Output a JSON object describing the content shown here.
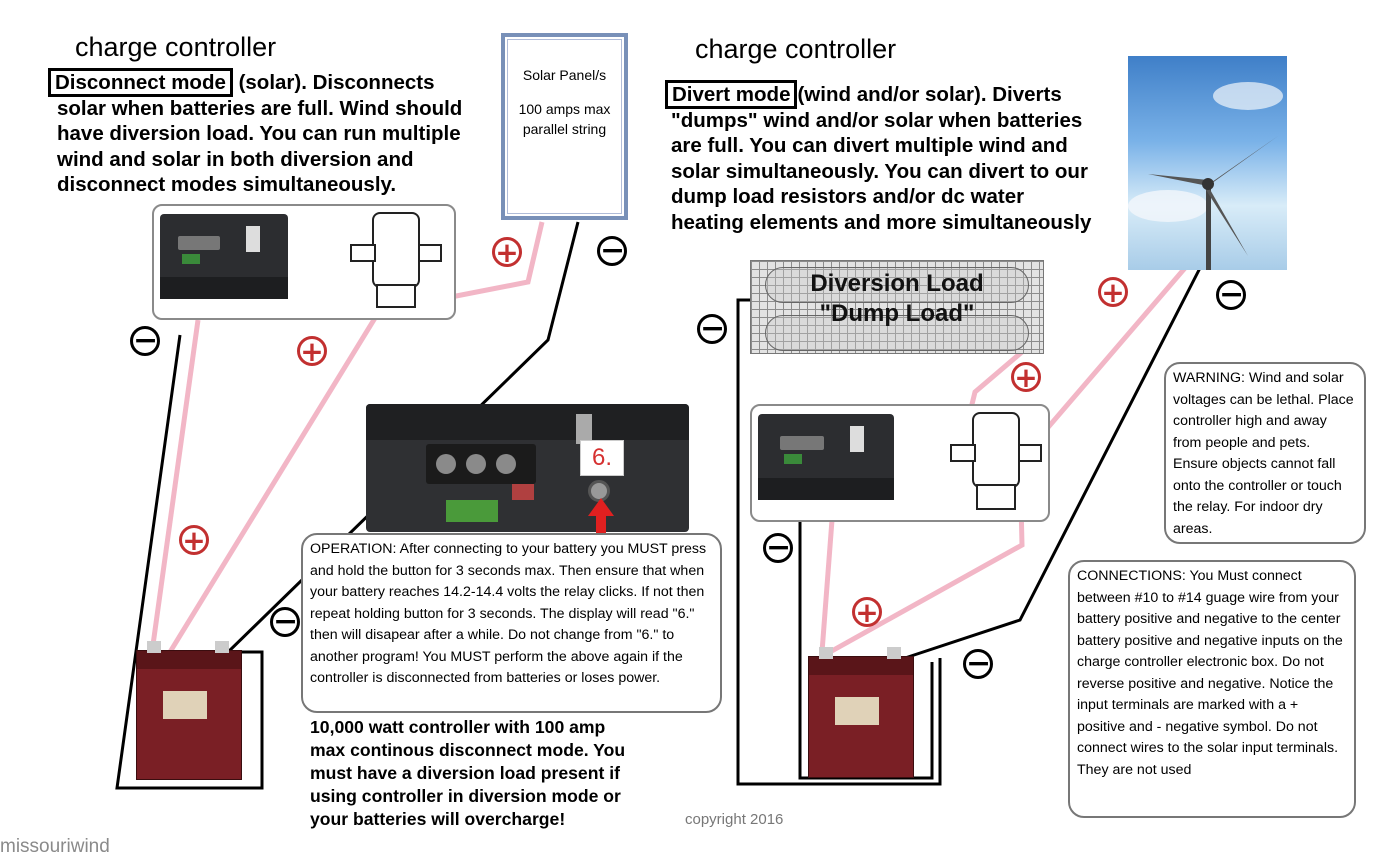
{
  "left": {
    "heading": "charge controller",
    "mode_label": "Disconnect mode",
    "lines": [
      " (solar). Disconnects",
      "solar when batteries are full. Wind should",
      "have diversion load. You can run multiple",
      "wind and solar in both diversion and",
      "disconnect modes simultaneously."
    ]
  },
  "right": {
    "heading": "charge controller",
    "mode_label": "Divert mode",
    "lines": [
      "(wind and/or solar). Diverts",
      "\"dumps\" wind and/or solar when batteries",
      "are full. You can divert multiple wind and",
      "solar simultaneously. You can divert to our",
      "dump load resistors and/or dc water",
      "heating elements and more simultaneously"
    ]
  },
  "solar_panel": {
    "title": "Solar Panel/s",
    "line1": "100 amps max",
    "line2": "parallel string"
  },
  "diversion_load": {
    "line1": "Diversion Load",
    "line2": "\"Dump Load\""
  },
  "controller_display": "6.",
  "operation_note": "OPERATION: After connecting to your battery you MUST press and hold the button for 3 seconds max. Then ensure that when your battery reaches 14.2-14.4 volts the relay clicks. If not then repeat holding button for 3 seconds. The display will read \"6.\" then will disapear after a while. Do not change from \"6.\" to another program! You MUST perform the above again if the controller is disconnected from batteries or loses power.",
  "warning_note": "WARNING: Wind and solar voltages can be lethal. Place controller high and away from people and pets. Ensure objects cannot fall onto the controller or touch the relay. For indoor dry areas.",
  "connections_note": "CONNECTIONS: You Must connect between #10 to #14 guage wire from your battery positive and negative to the center battery positive and negative inputs on the charge controller electronic box. Do not reverse positive and negative. Notice the input terminals are marked with a + positive and - negative symbol. Do not connect wires to the solar input terminals. They are not used",
  "controller_spec": [
    "10,000 watt controller with 100 amp",
    "max continous disconnect mode. You",
    "must have a diversion load present if",
    "using controller in diversion mode or",
    "your batteries will overcharge!"
  ],
  "copyright": "copyright 2016",
  "watermark": "missouriwind",
  "symbols": {
    "plus": "+",
    "minus": "−"
  },
  "colors": {
    "positive_wire": "#f2b6c6",
    "negative_wire": "#000000",
    "plus_sign": "#c23030",
    "battery": "#7a1f25"
  }
}
